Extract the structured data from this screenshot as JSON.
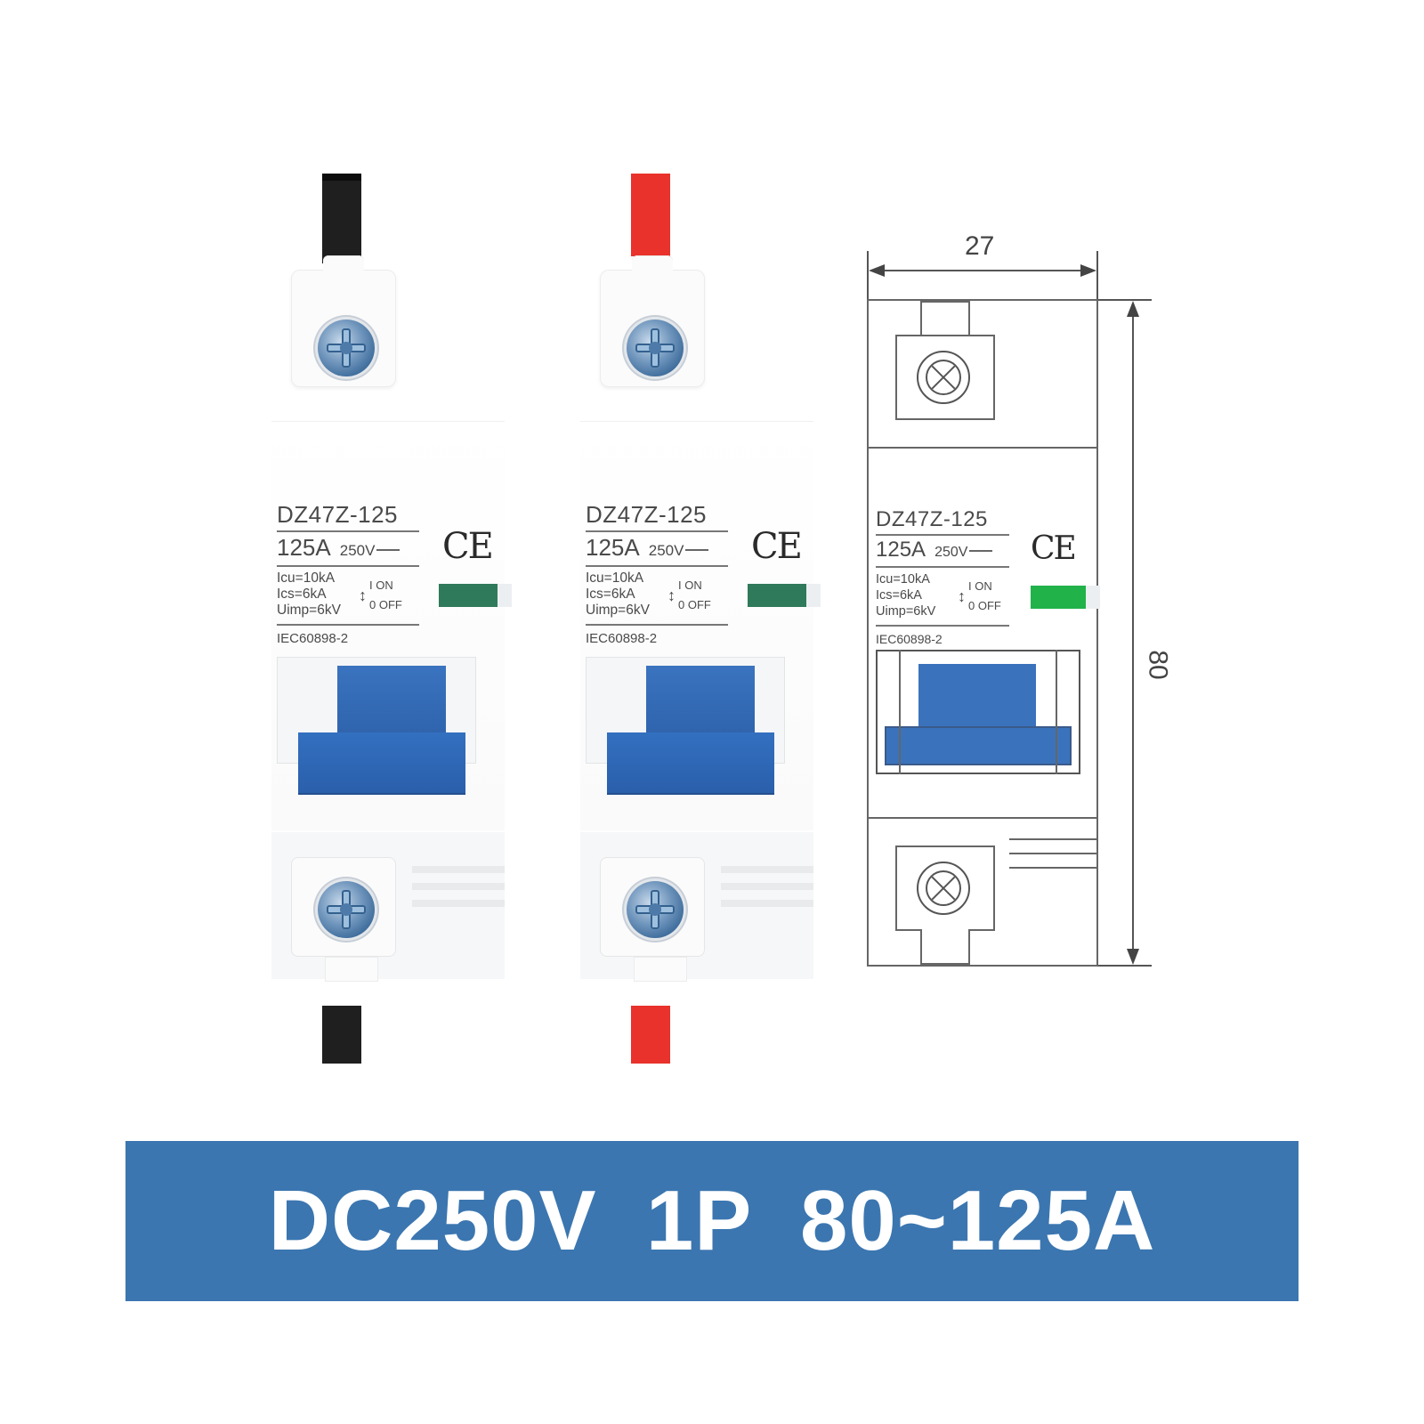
{
  "breakers": [
    {
      "wire_color": "black",
      "model": "DZ47Z-125",
      "current": "125A",
      "voltage": "250V",
      "cert": "CE",
      "specs": [
        "Icu=10kA",
        "Ics=6kA",
        "Uimp=6kV"
      ],
      "switch_on": "I ON",
      "switch_off": "0 OFF",
      "standard": "IEC60898-2"
    },
    {
      "wire_color": "red",
      "model": "DZ47Z-125",
      "current": "125A",
      "voltage": "250V",
      "cert": "CE",
      "specs": [
        "Icu=10kA",
        "Ics=6kA",
        "Uimp=6kV"
      ],
      "switch_on": "I ON",
      "switch_off": "0 OFF",
      "standard": "IEC60898-2"
    }
  ],
  "drawing": {
    "width_dim": "27",
    "height_dim": "80",
    "model": "DZ47Z-125",
    "current": "125A",
    "voltage": "250V",
    "cert": "CE",
    "specs": [
      "Icu=10kA",
      "Ics=6kA",
      "Uimp=6kV"
    ],
    "switch_on": "I ON",
    "switch_off": "0 OFF",
    "standard": "IEC60898-2"
  },
  "banner": {
    "text": "DC250V  1P  80~125A",
    "bg_color": "#3b76b0"
  },
  "colors": {
    "toggle_blue": "#2f64ad",
    "wire_black": "#1f1f1f",
    "wire_red": "#e8322b",
    "indicator_green": "#21b24a"
  }
}
